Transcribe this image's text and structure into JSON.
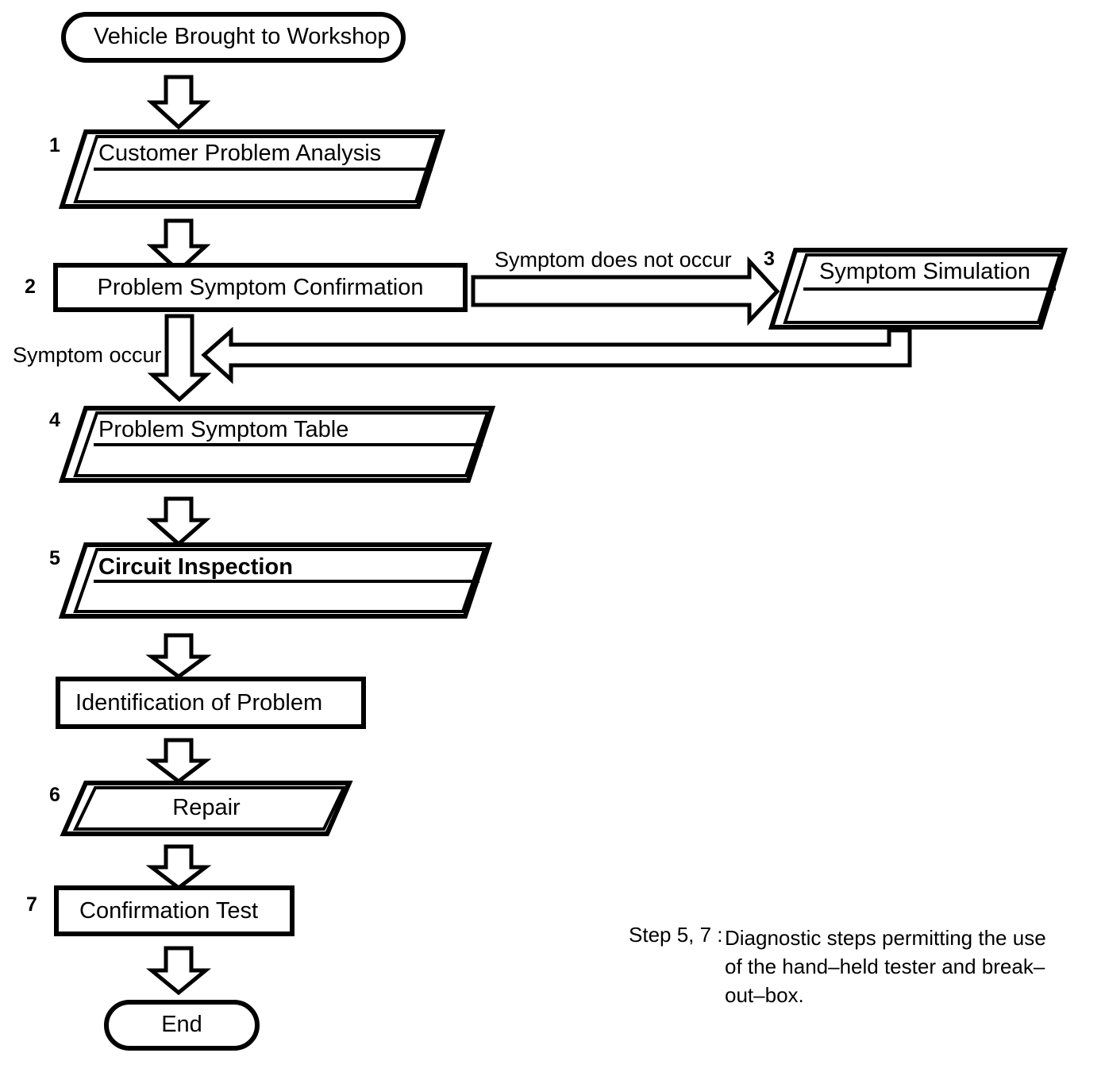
{
  "diagram": {
    "title_start": "Vehicle Brought to Workshop",
    "title_end": "End",
    "nodes": [
      {
        "num": "1",
        "label": "Customer Problem Analysis",
        "shape": "parallelogram-stacked",
        "bold": false,
        "align": "left"
      },
      {
        "num": "2",
        "label": "Problem Symptom Confirmation",
        "shape": "rectangle",
        "bold": false,
        "align": "center"
      },
      {
        "num": "3",
        "label": "Symptom Simulation",
        "shape": "parallelogram-stacked",
        "bold": false,
        "align": "center"
      },
      {
        "num": "4",
        "label": "Problem Symptom Table",
        "shape": "parallelogram-stacked",
        "bold": false,
        "align": "left"
      },
      {
        "num": "5",
        "label": "Circuit Inspection",
        "shape": "parallelogram-stacked",
        "bold": true,
        "align": "left"
      },
      {
        "num": "",
        "label": "Identification of Problem",
        "shape": "rectangle",
        "bold": false,
        "align": "left"
      },
      {
        "num": "6",
        "label": "Repair",
        "shape": "parallelogram",
        "bold": false,
        "align": "center"
      },
      {
        "num": "7",
        "label": "Confirmation Test",
        "shape": "rectangle",
        "bold": false,
        "align": "left"
      }
    ],
    "edge_labels": {
      "symptom_not_occur": "Symptom does not occur",
      "symptom_occur": "Symptom occur"
    },
    "note": {
      "prefix": "Step 5, 7 :",
      "line1": "Diagnostic steps permitting the use",
      "line2": "of the hand–held tester and break–",
      "line3": "out–box."
    },
    "colors": {
      "stroke": "#000000",
      "fill": "#ffffff",
      "text": "#000000"
    }
  }
}
